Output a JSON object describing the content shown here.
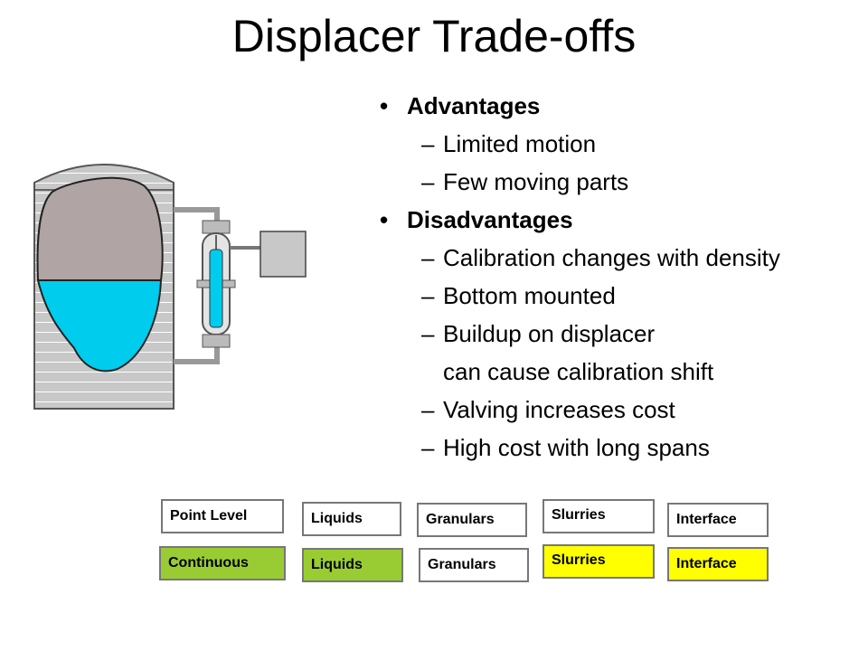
{
  "slide": {
    "title": "Displacer Trade-offs",
    "advantages": {
      "heading": "Advantages",
      "items": [
        "Limited motion",
        "Few moving parts"
      ]
    },
    "disadvantages": {
      "heading": "Disadvantages",
      "items": [
        "Calibration changes with density",
        "Bottom mounted",
        "Buildup on displacer",
        "Valving increases cost",
        "High cost with long spans"
      ],
      "continuation": "can cause calibration shift"
    },
    "bullet_symbol": "•",
    "dash_symbol": "–"
  },
  "tags": {
    "row1": [
      "Point Level",
      "Liquids",
      "Granulars",
      "Slurries",
      "Interface"
    ],
    "row2": [
      "Continuous",
      "Liquids",
      "Granulars",
      "Slurries",
      "Interface"
    ]
  },
  "colors": {
    "green": "#99cc33",
    "yellow": "#ffff00",
    "white": "#ffffff",
    "liquid": "#00ccee",
    "vapor": "#b0a4a4",
    "tank_grey": "#c8c8c8"
  }
}
